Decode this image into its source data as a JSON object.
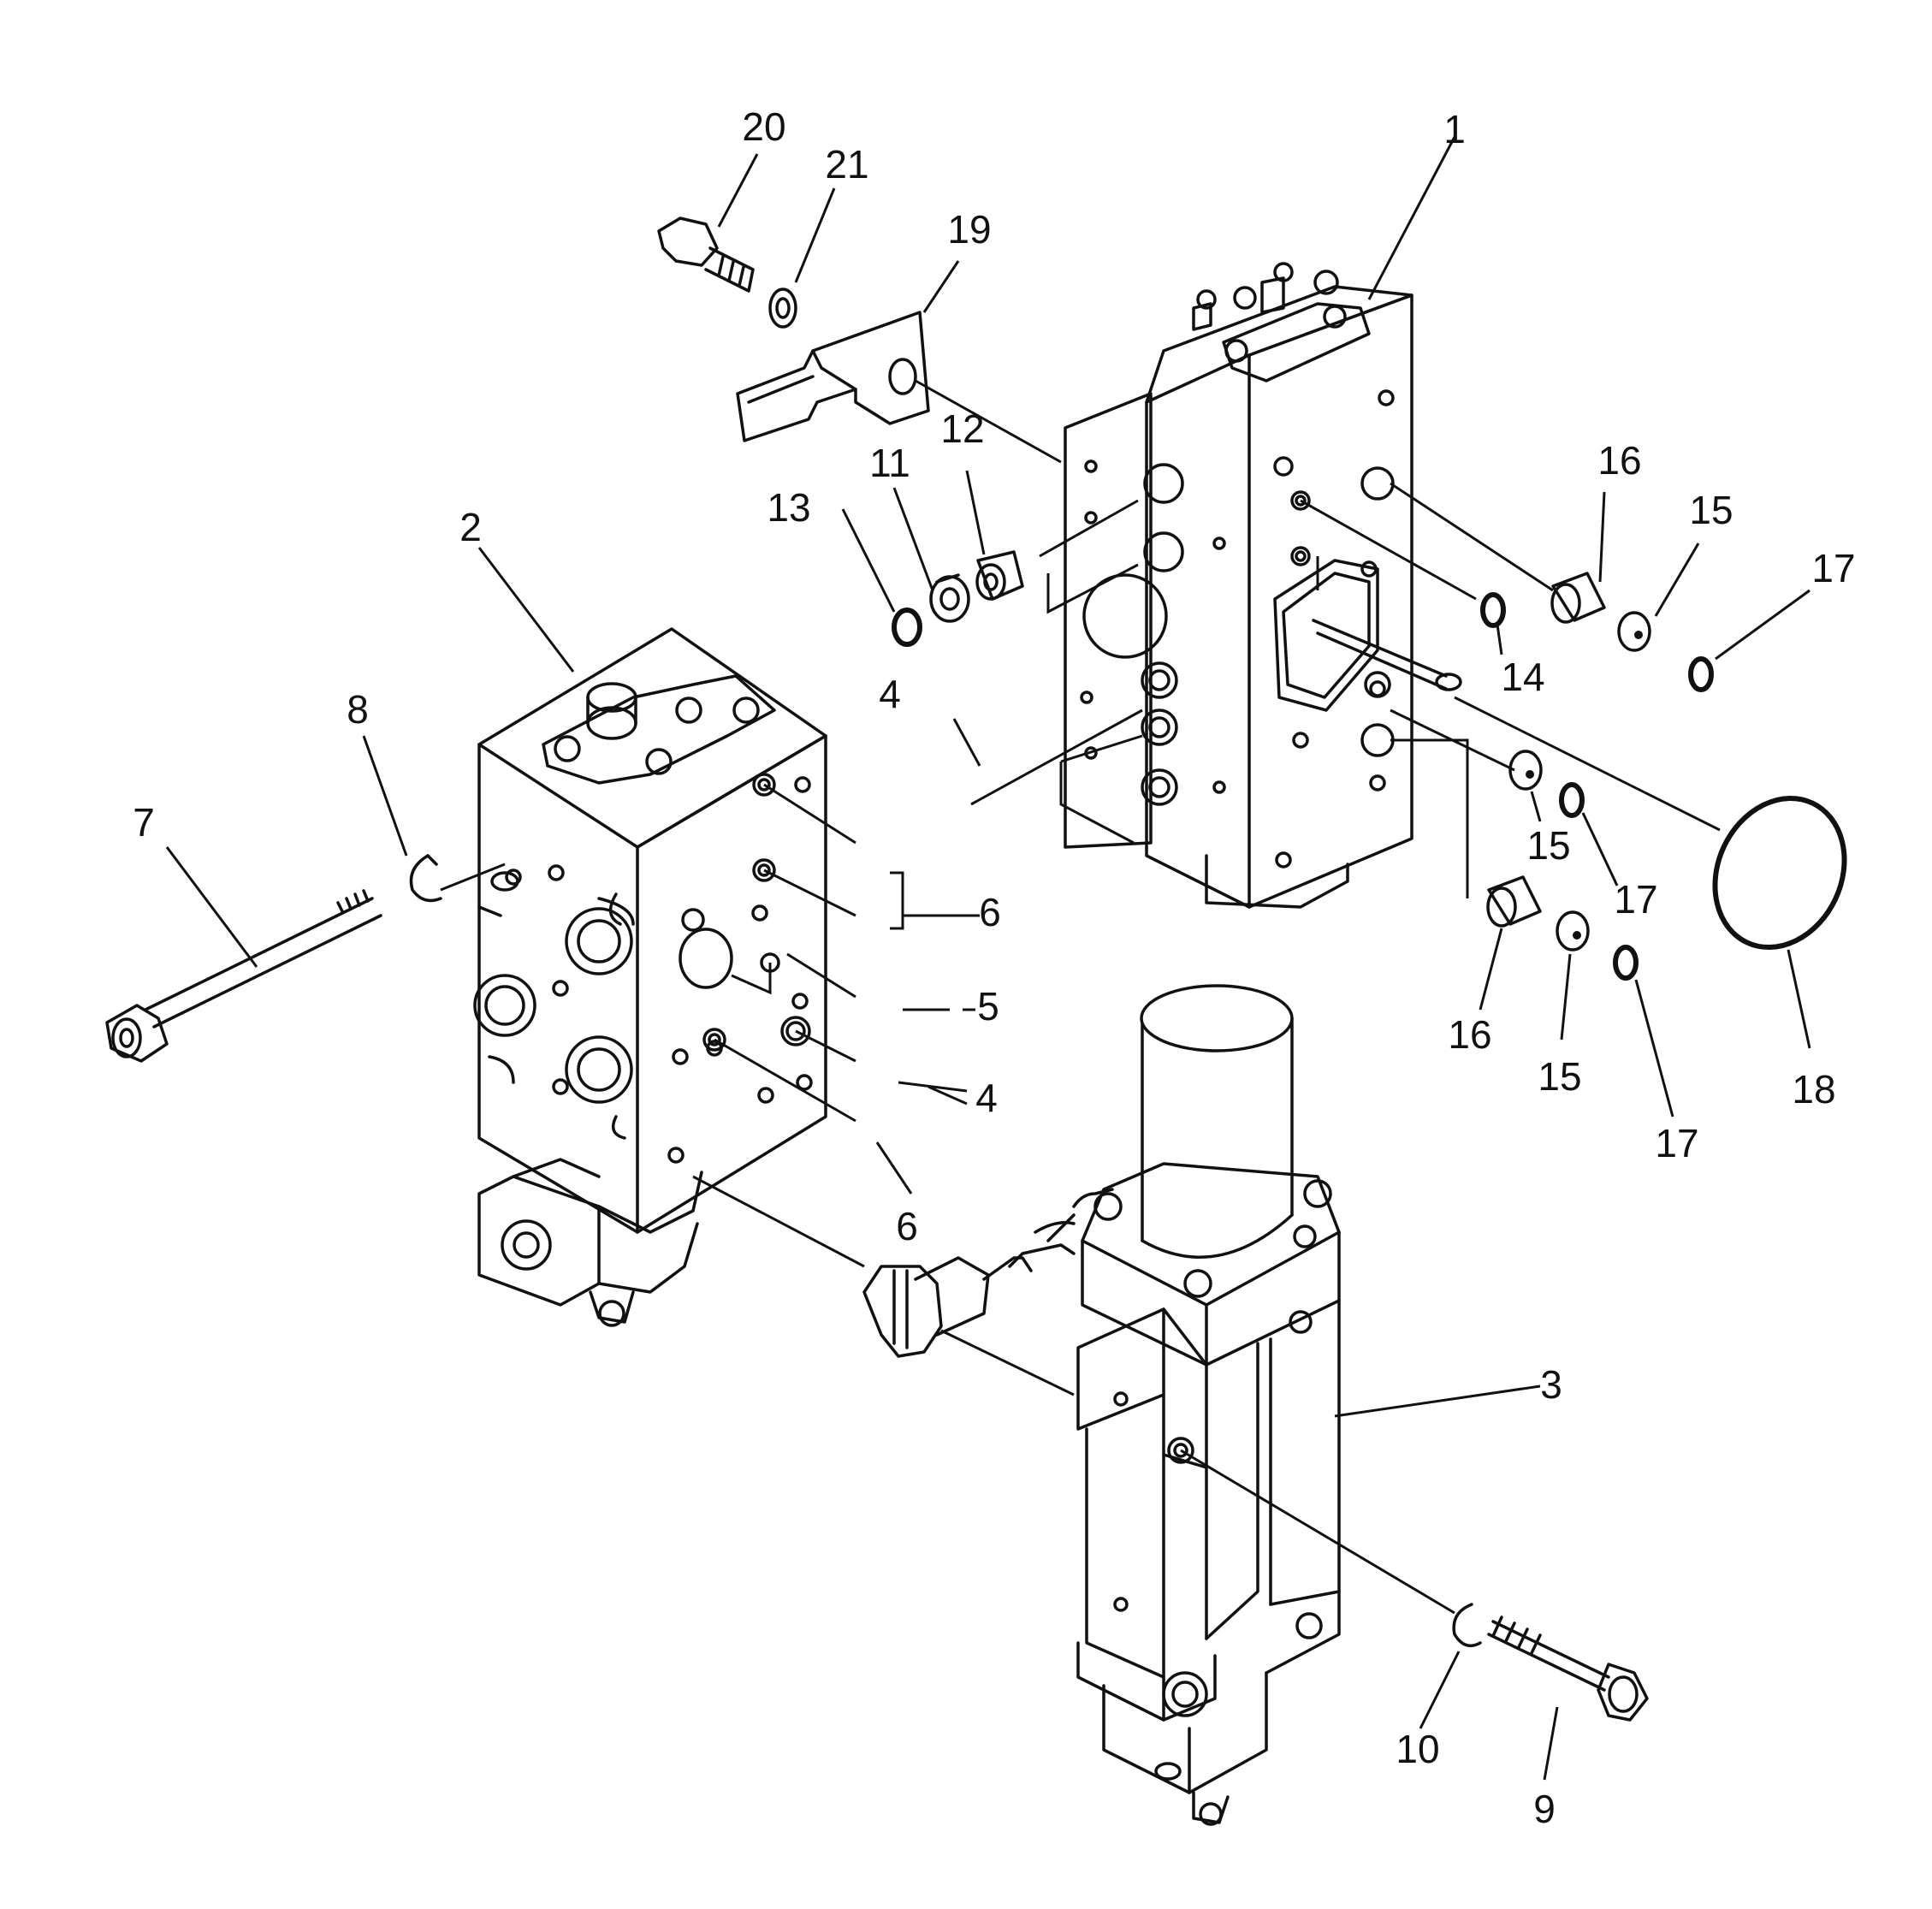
{
  "callouts": [
    {
      "id": "c1",
      "text": "1"
    },
    {
      "id": "c2",
      "text": "2"
    },
    {
      "id": "c3",
      "text": "3"
    },
    {
      "id": "c4a",
      "text": "4"
    },
    {
      "id": "c4b",
      "text": "4"
    },
    {
      "id": "c5",
      "text": "5"
    },
    {
      "id": "c6a",
      "text": "6"
    },
    {
      "id": "c6b",
      "text": "6"
    },
    {
      "id": "c7",
      "text": "7"
    },
    {
      "id": "c8",
      "text": "8"
    },
    {
      "id": "c9",
      "text": "9"
    },
    {
      "id": "c10",
      "text": "10"
    },
    {
      "id": "c11",
      "text": "11"
    },
    {
      "id": "c12",
      "text": "12"
    },
    {
      "id": "c13",
      "text": "13"
    },
    {
      "id": "c14",
      "text": "14"
    },
    {
      "id": "c15a",
      "text": "15"
    },
    {
      "id": "c15b",
      "text": "15"
    },
    {
      "id": "c15c",
      "text": "15"
    },
    {
      "id": "c16a",
      "text": "16"
    },
    {
      "id": "c16b",
      "text": "16"
    },
    {
      "id": "c17a",
      "text": "17"
    },
    {
      "id": "c17b",
      "text": "17"
    },
    {
      "id": "c17c",
      "text": "17"
    },
    {
      "id": "c18",
      "text": "18"
    },
    {
      "id": "c19",
      "text": "19"
    },
    {
      "id": "c20",
      "text": "20"
    },
    {
      "id": "c21",
      "text": "21"
    }
  ],
  "colors": {
    "line": "#111111",
    "background": "#ffffff"
  }
}
